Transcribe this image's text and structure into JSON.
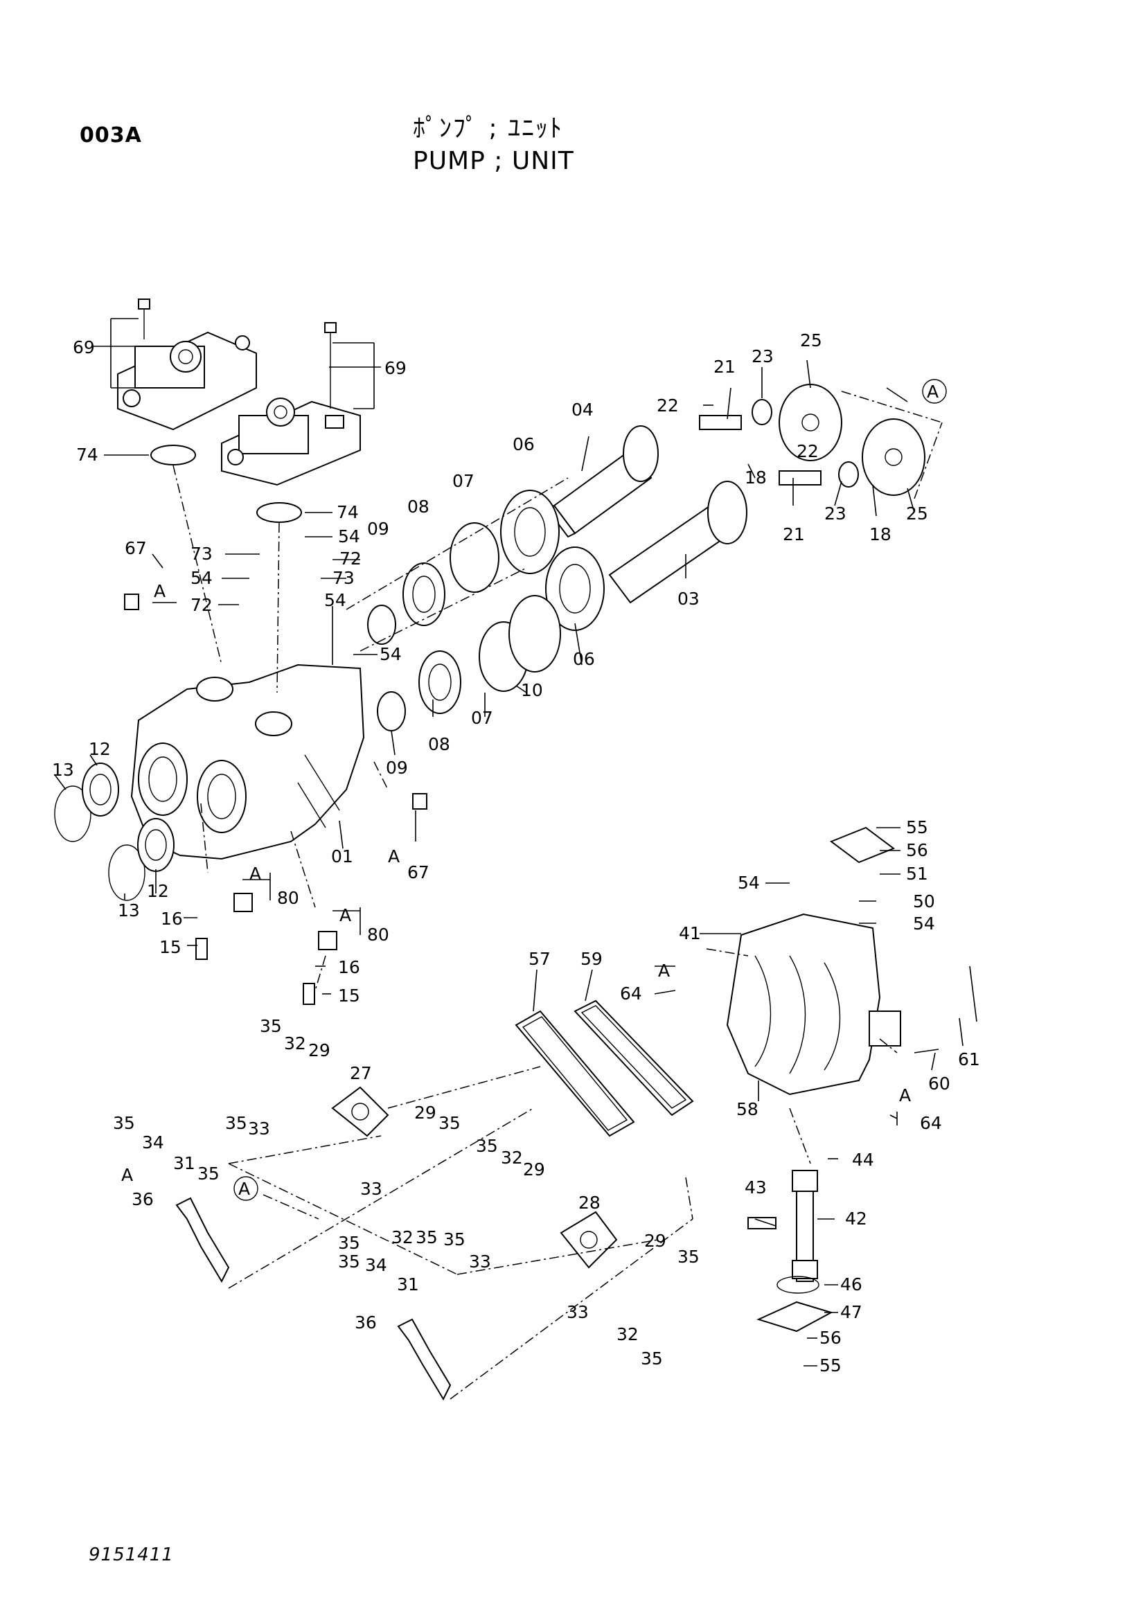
{
  "header": {
    "page_code": "003A",
    "title_jp": "ﾎﾟﾝﾌﾟ ; ﾕﾆｯﾄ",
    "title_en": "PUMP ; UNIT"
  },
  "footer": {
    "doc_number": "9151411"
  },
  "callouts": {
    "p01": "01",
    "p03": "03",
    "p04": "04",
    "p06a": "06",
    "p06b": "06",
    "p07a": "07",
    "p07b": "07",
    "p08a": "08",
    "p08b": "08",
    "p09a": "09",
    "p09b": "09",
    "p10": "10",
    "p12a": "12",
    "p12b": "12",
    "p13a": "13",
    "p13b": "13",
    "p15a": "15",
    "p15b": "15",
    "p16a": "16",
    "p16b": "16",
    "p18a": "18",
    "p18b": "18",
    "p21a": "21",
    "p21b": "21",
    "p22a": "22",
    "p22b": "22",
    "p23a": "23",
    "p23b": "23",
    "p25a": "25",
    "p25b": "25",
    "p27": "27",
    "p28": "28",
    "p29a": "29",
    "p29b": "29",
    "p29c": "29",
    "p29d": "29",
    "p31a": "31",
    "p31b": "31",
    "p32a": "32",
    "p32b": "32",
    "p32c": "32",
    "p32d": "32",
    "p33a": "33",
    "p33b": "33",
    "p33c": "33",
    "p33d": "33",
    "p34a": "34",
    "p34b": "34",
    "p35a": "35",
    "p35b": "35",
    "p35c": "35",
    "p35d": "35",
    "p35e": "35",
    "p35f": "35",
    "p35g": "35",
    "p35h": "35",
    "p35i": "35",
    "p35j": "35",
    "p35k": "35",
    "p35l": "35",
    "p36a": "36",
    "p36b": "36",
    "p41": "41",
    "p42": "42",
    "p43": "43",
    "p44": "44",
    "p46": "46",
    "p47": "47",
    "p50": "50",
    "p51": "51",
    "p54a": "54",
    "p54b": "54",
    "p54c": "54",
    "p54d": "54",
    "p54e": "54",
    "p54f": "54",
    "p55a": "55",
    "p55b": "55",
    "p56a": "56",
    "p56b": "56",
    "p57": "57",
    "p58": "58",
    "p59": "59",
    "p60": "60",
    "p61": "61",
    "p64a": "64",
    "p64b": "64",
    "p67a": "67",
    "p67b": "67",
    "p69a": "69",
    "p69b": "69",
    "p72a": "72",
    "p72b": "72",
    "p73a": "73",
    "p73b": "73",
    "p74a": "74",
    "p74b": "74",
    "p80a": "80",
    "p80b": "80",
    "refA1": "A",
    "refA2": "A",
    "refA3": "A",
    "refA4": "A",
    "refA5": "A",
    "refA6": "A",
    "refA7": "A",
    "refA8": "A",
    "refA9": "A"
  }
}
